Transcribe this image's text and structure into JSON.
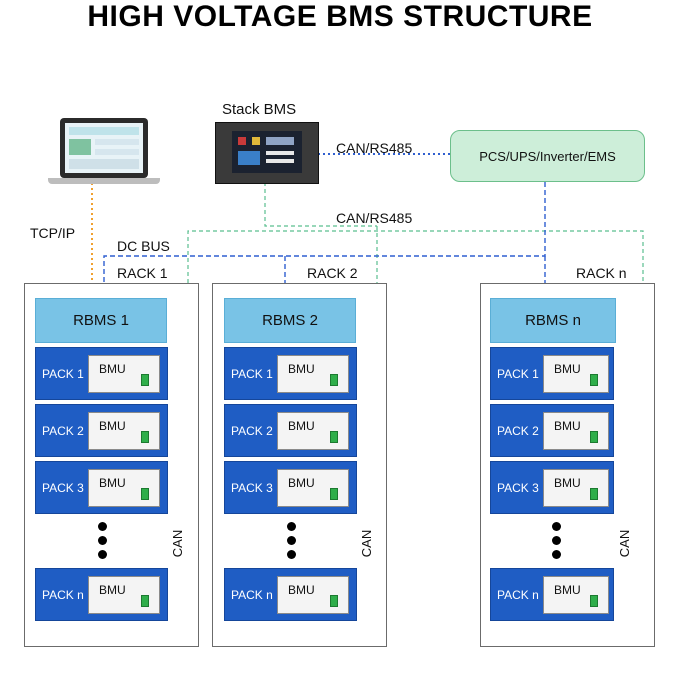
{
  "title": "HIGH VOLTAGE BMS STRUCTURE",
  "labels": {
    "stack_bms": "Stack BMS",
    "can_rs485_top": "CAN/RS485",
    "can_rs485_mid": "CAN/RS485",
    "pcs": "PCS/UPS/Inverter/EMS",
    "tcp_ip": "TCP/IP",
    "dc_bus": "DC BUS",
    "can": "CAN"
  },
  "racks": [
    {
      "label": "RACK 1",
      "rbms": "RBMS 1",
      "packs": [
        "PACK 1",
        "PACK 2",
        "PACK 3",
        "PACK n"
      ]
    },
    {
      "label": "RACK 2",
      "rbms": "RBMS 2",
      "packs": [
        "PACK 1",
        "PACK 2",
        "PACK 3",
        "PACK n"
      ]
    },
    {
      "label": "RACK n",
      "rbms": "RBMS n",
      "packs": [
        "PACK 1",
        "PACK 2",
        "PACK 3",
        "PACK n"
      ]
    }
  ],
  "bmu_label": "BMU",
  "colors": {
    "rbms": "#79c3e6",
    "pack": "#1f5dc4",
    "pcs_fill": "#cdeed9",
    "blue_dotted": "#2f5fd0",
    "green_dashed": "#5bbf8f",
    "orange_dotted": "#f0a030"
  }
}
